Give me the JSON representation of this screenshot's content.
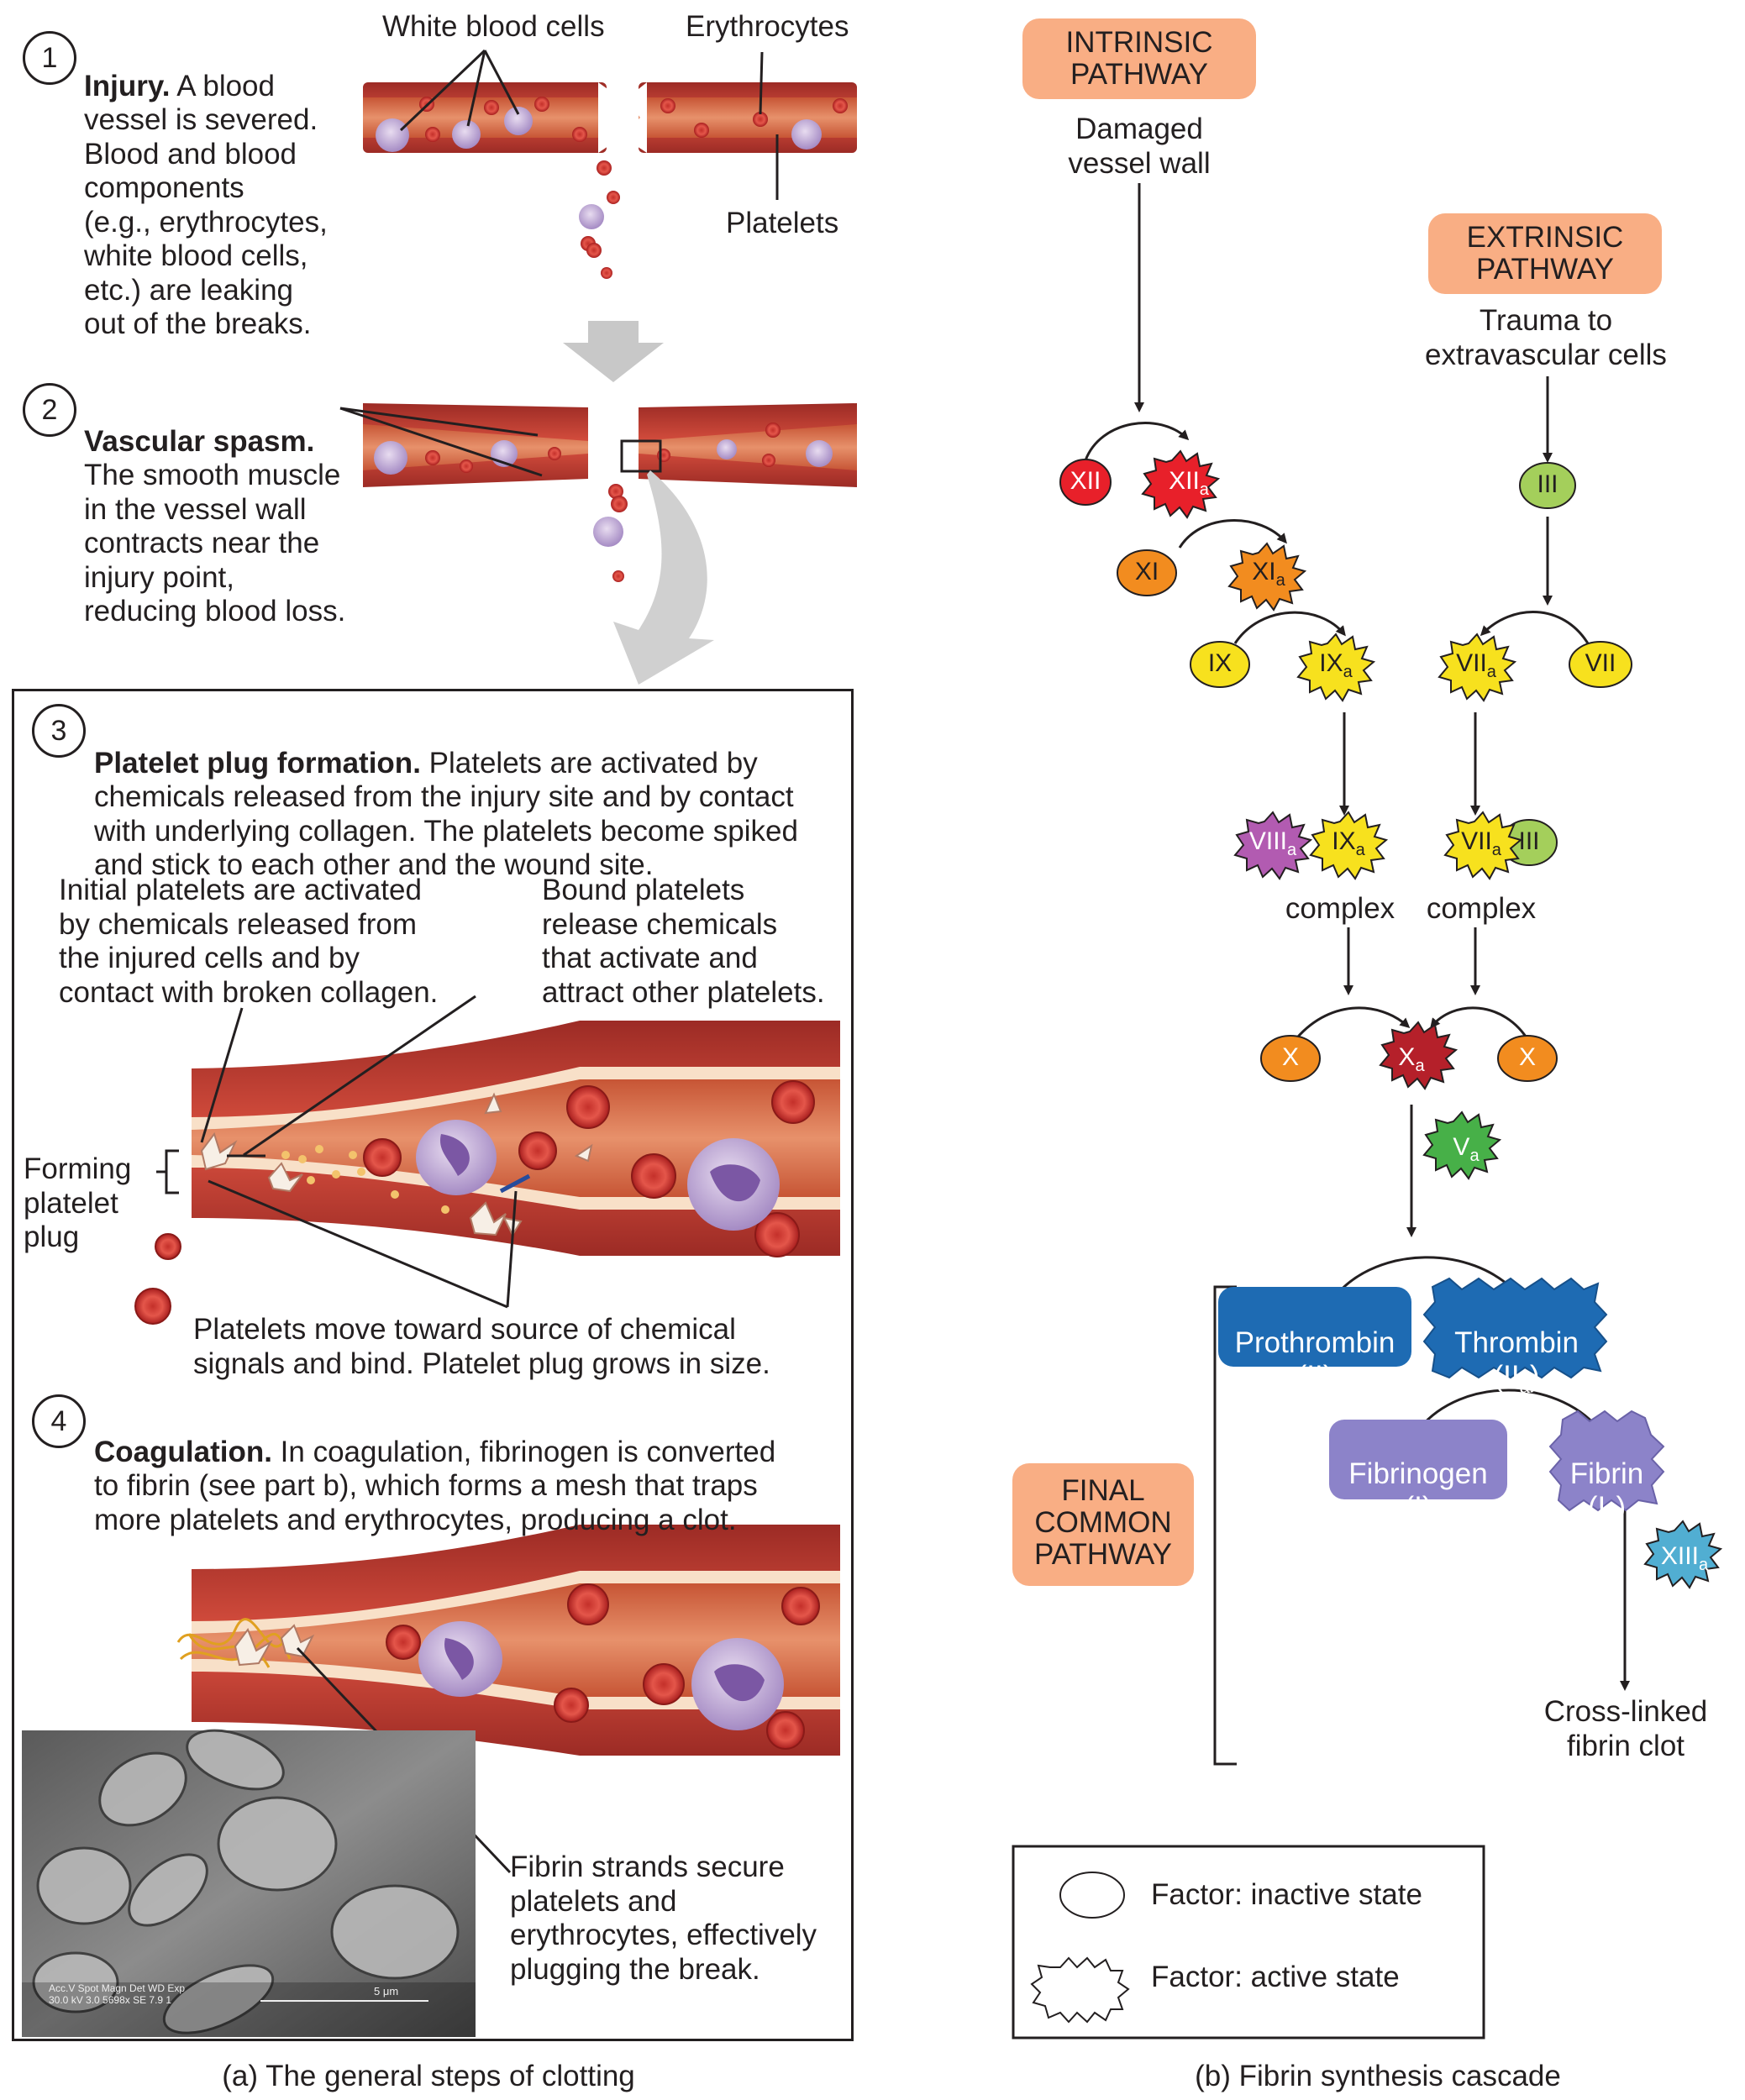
{
  "panel_a": {
    "step1": {
      "num": "1",
      "heading": "Injury.",
      "text": " A blood\nvessel is severed.\nBlood and blood\ncomponents\n(e.g., erythrocytes,\nwhite blood cells,\netc.) are leaking\nout of the breaks."
    },
    "labels": {
      "white_blood_cells": "White blood cells",
      "erythrocytes": "Erythrocytes",
      "platelets": "Platelets"
    },
    "step2": {
      "num": "2",
      "heading": "Vascular spasm.",
      "text": "The smooth muscle\nin the vessel wall\ncontracts near the\ninjury point,\nreducing blood loss."
    },
    "step3": {
      "num": "3",
      "heading": "Platelet plug formation.",
      "text": " Platelets are activated by\nchemicals released from the injury site and by contact\nwith underlying collagen. The platelets become spiked\nand stick to each other and the wound site."
    },
    "initial_platelets": "Initial platelets are activated\nby chemicals released from\nthe injured cells and by\ncontact with broken collagen.",
    "bound_platelets": "Bound platelets\nrelease chemicals\nthat activate and\nattract other platelets.",
    "forming_plug": "Forming\nplatelet\nplug",
    "platelets_move": "Platelets move toward source of chemical\nsignals and bind. Platelet plug grows in size.",
    "step4": {
      "num": "4",
      "heading": "Coagulation.",
      "text": " In coagulation, fibrinogen is converted\nto fibrin (see part b), which forms a mesh that traps\nmore platelets and erythrocytes, producing a clot."
    },
    "fibrin_strands": "Fibrin strands secure\nplatelets and\nerythrocytes, effectively\nplugging the break.",
    "micrograph_info": "Acc.V  Spot Magn    Det  WD  Exp\n30.0 kV 3.0   5698x     SE   7.9   1",
    "micrograph_scale": "5 μm",
    "caption": "(a) The general steps of clotting"
  },
  "panel_b": {
    "intrinsic": "INTRINSIC\nPATHWAY",
    "damaged": "Damaged\nvessel wall",
    "extrinsic": "EXTRINSIC\nPATHWAY",
    "trauma": "Trauma to\nextravascular cells",
    "final_common": "FINAL\nCOMMON\nPATHWAY",
    "complex1": "complex",
    "complex2": "complex",
    "factors": {
      "XII": "XII",
      "XIIa": "XII",
      "XI": "XI",
      "XIa": "XI",
      "IX": "IX",
      "IXa": "IX",
      "III": "III",
      "VIIa": "VII",
      "VII": "VII",
      "VIIIa": "VIII",
      "IXa2": "IX",
      "VIIa2": "VII",
      "III2": "III",
      "X1": "X",
      "Xa": "X",
      "X2": "X",
      "Va": "V",
      "XIIIa": "XIII",
      "sub": "a"
    },
    "prothrombin": "Prothrombin",
    "prothrombin_num": "(II)",
    "thrombin": "Thrombin",
    "thrombin_num": "(II",
    "fibrinogen": "Fibrinogen",
    "fibrinogen_num": "(I)",
    "fibrin": "Fibrin",
    "fibrin_num": "(I",
    "cross_linked": "Cross-linked\nfibrin clot",
    "legend": {
      "inactive": "Factor: inactive state",
      "active": "Factor: active state"
    },
    "caption": "(b) Fibrin synthesis cascade"
  },
  "colors": {
    "red": "#e8202a",
    "orange": "#f28c1f",
    "yellow": "#f7e11e",
    "lime": "#a4cf5b",
    "magenta": "#b25bb1",
    "darkred": "#b5202a",
    "green": "#47b048",
    "blue": "#1e6bb3",
    "lavender": "#8c83c9",
    "teal": "#51aed2",
    "peach": "#f9ae84",
    "vessel": "#c8433a",
    "vessel_inner": "#f7dcc8"
  }
}
